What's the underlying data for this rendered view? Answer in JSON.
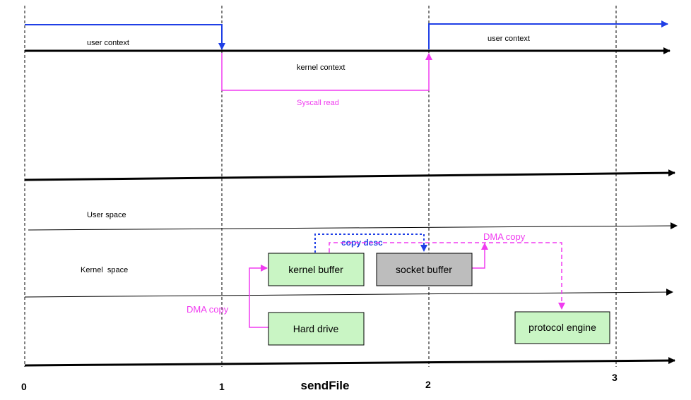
{
  "diagram": {
    "title": "sendFile",
    "top_labels": {
      "user_context_left": "user context",
      "user_context_right": "user context",
      "kernel_context": "kernel context",
      "syscall": "Syscall read"
    },
    "space_labels": {
      "user_space": "User space",
      "kernel_space": "Kernel  space"
    },
    "boxes": {
      "kernel_buffer": "kernel buffer",
      "socket_buffer": "socket buffer",
      "hard_drive": "Hard drive",
      "protocol_engine": "protocol engine"
    },
    "arrow_labels": {
      "dma_copy_left": "DMA copy",
      "dma_copy_right": "DMA copy",
      "copy_desc": "copy desc"
    },
    "ticks": [
      "0",
      "1",
      "2",
      "3"
    ],
    "colors": {
      "blue": "#1f3fe6",
      "pink": "#f03cf0",
      "box_green": "#c9f5c4",
      "box_gray": "#bdbdbd"
    }
  }
}
